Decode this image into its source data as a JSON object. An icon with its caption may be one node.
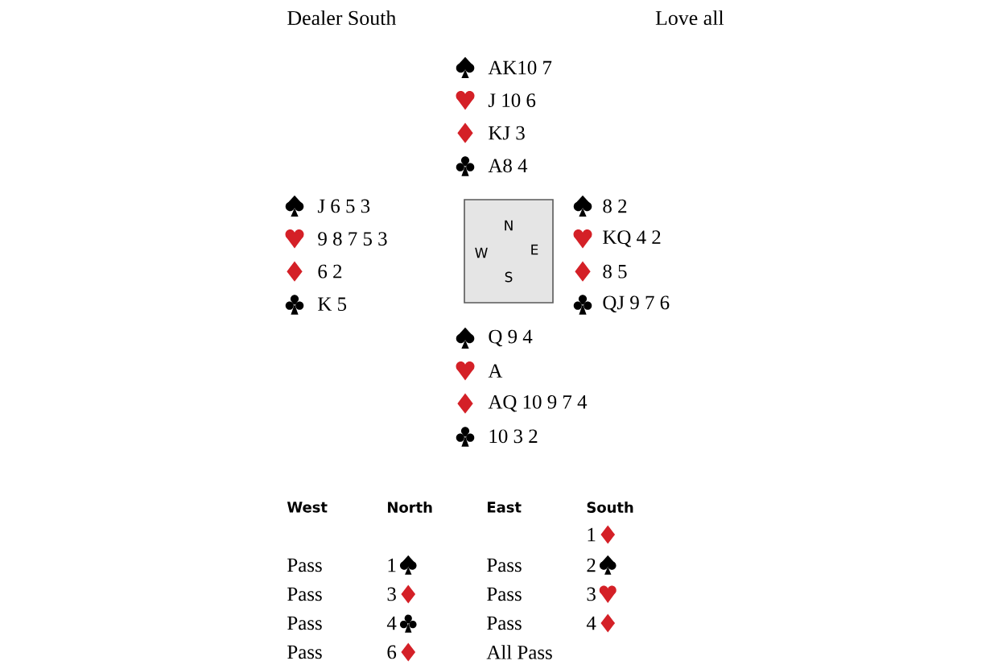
{
  "diagram": {
    "nodes": [
      {
        "text": [
          "N",
          "W",
          "E",
          "S"
        ]
      }
    ],
    "labels": [
      "Dealer South",
      "Love all",
      "AK10 7",
      "J 10 6",
      "KJ 3",
      "A8 4",
      "J 6 5 3",
      "9 8 7 5 3",
      "6 2",
      "K 5",
      "8 2",
      "KQ 4 2",
      "8 5",
      "QJ 9 7 6",
      "Q 9 4",
      "A",
      "AQ 10 9 7 4",
      "10 3 2",
      "West",
      "North",
      "East",
      "South",
      "1",
      "Pass",
      "1",
      "Pass",
      "2",
      "Pass",
      "3",
      "Pass",
      "3",
      "Pass",
      "4",
      "Pass",
      "4",
      "Pass",
      "6",
      "All Pass"
    ]
  }
}
